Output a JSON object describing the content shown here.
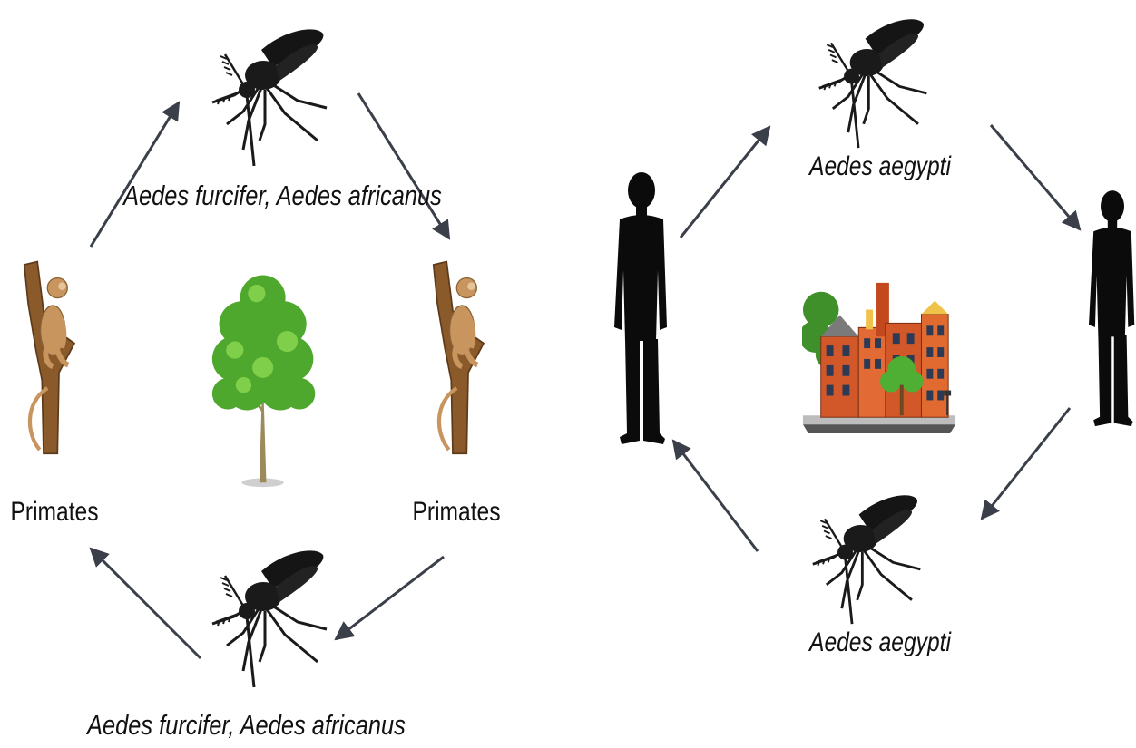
{
  "sylvatic_cycle": {
    "vector_top": {
      "label": "Aedes furcifer, Aedes africanus",
      "icon": "mosquito-icon"
    },
    "vector_bottom": {
      "label": "Aedes furcifer, Aedes africanus",
      "icon": "mosquito-icon"
    },
    "host_left": {
      "label": "Primates",
      "icon": "monkey-on-branch-icon"
    },
    "host_right": {
      "label": "Primates",
      "icon": "monkey-on-branch-icon"
    },
    "center": {
      "icon": "tree-icon"
    }
  },
  "urban_cycle": {
    "vector_top": {
      "label": "Aedes aegypti",
      "icon": "mosquito-icon"
    },
    "vector_bottom": {
      "label": "Aedes aegypti",
      "icon": "mosquito-icon"
    },
    "host_left": {
      "icon": "human-silhouette-icon"
    },
    "host_right": {
      "icon": "human-silhouette-icon"
    },
    "center": {
      "icon": "city-buildings-icon"
    }
  },
  "colors": {
    "arrow": "#3a3f4a",
    "mosquito": "#1a1a1a",
    "human": "#0b0b0b",
    "monkey": "#c9955f",
    "branch": "#8b5a2b",
    "foliage": "#4fa82e",
    "brick": "#d2582a"
  }
}
